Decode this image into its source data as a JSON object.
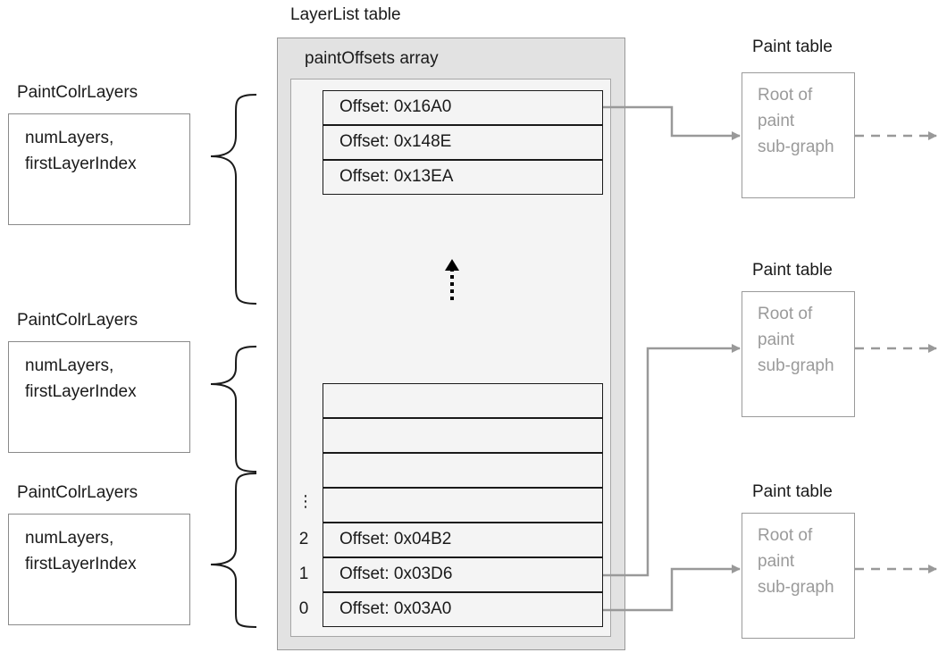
{
  "layerlist": {
    "title": "LayerList table"
  },
  "array": {
    "title": "paintOffsets array",
    "top_cells": [
      "Offset: 0x16A0",
      "Offset: 0x148E",
      "Offset: 0x13EA"
    ],
    "bottom_cells": [
      "",
      "",
      "",
      "",
      "Offset: 0x04B2",
      "Offset: 0x03D6",
      "Offset: 0x03A0"
    ],
    "indices": [
      "⋮",
      "2",
      "1",
      "0"
    ]
  },
  "paint_colr_layers": [
    {
      "title": "PaintColrLayers",
      "line1": "numLayers,",
      "line2": "firstLayerIndex"
    },
    {
      "title": "PaintColrLayers",
      "line1": "numLayers,",
      "line2": "firstLayerIndex"
    },
    {
      "title": "PaintColrLayers",
      "line1": "numLayers,",
      "line2": "firstLayerIndex"
    }
  ],
  "paint_tables": [
    {
      "title": "Paint table",
      "line1": "Root of",
      "line2": "paint",
      "line3": "sub-graph"
    },
    {
      "title": "Paint table",
      "line1": "Root of",
      "line2": "paint",
      "line3": "sub-graph"
    },
    {
      "title": "Paint table",
      "line1": "Root of",
      "line2": "paint",
      "line3": "sub-graph"
    }
  ],
  "colors": {
    "connector": "#999999",
    "border_dark": "#1a1a1a",
    "muted_text": "#9a9a9a"
  }
}
